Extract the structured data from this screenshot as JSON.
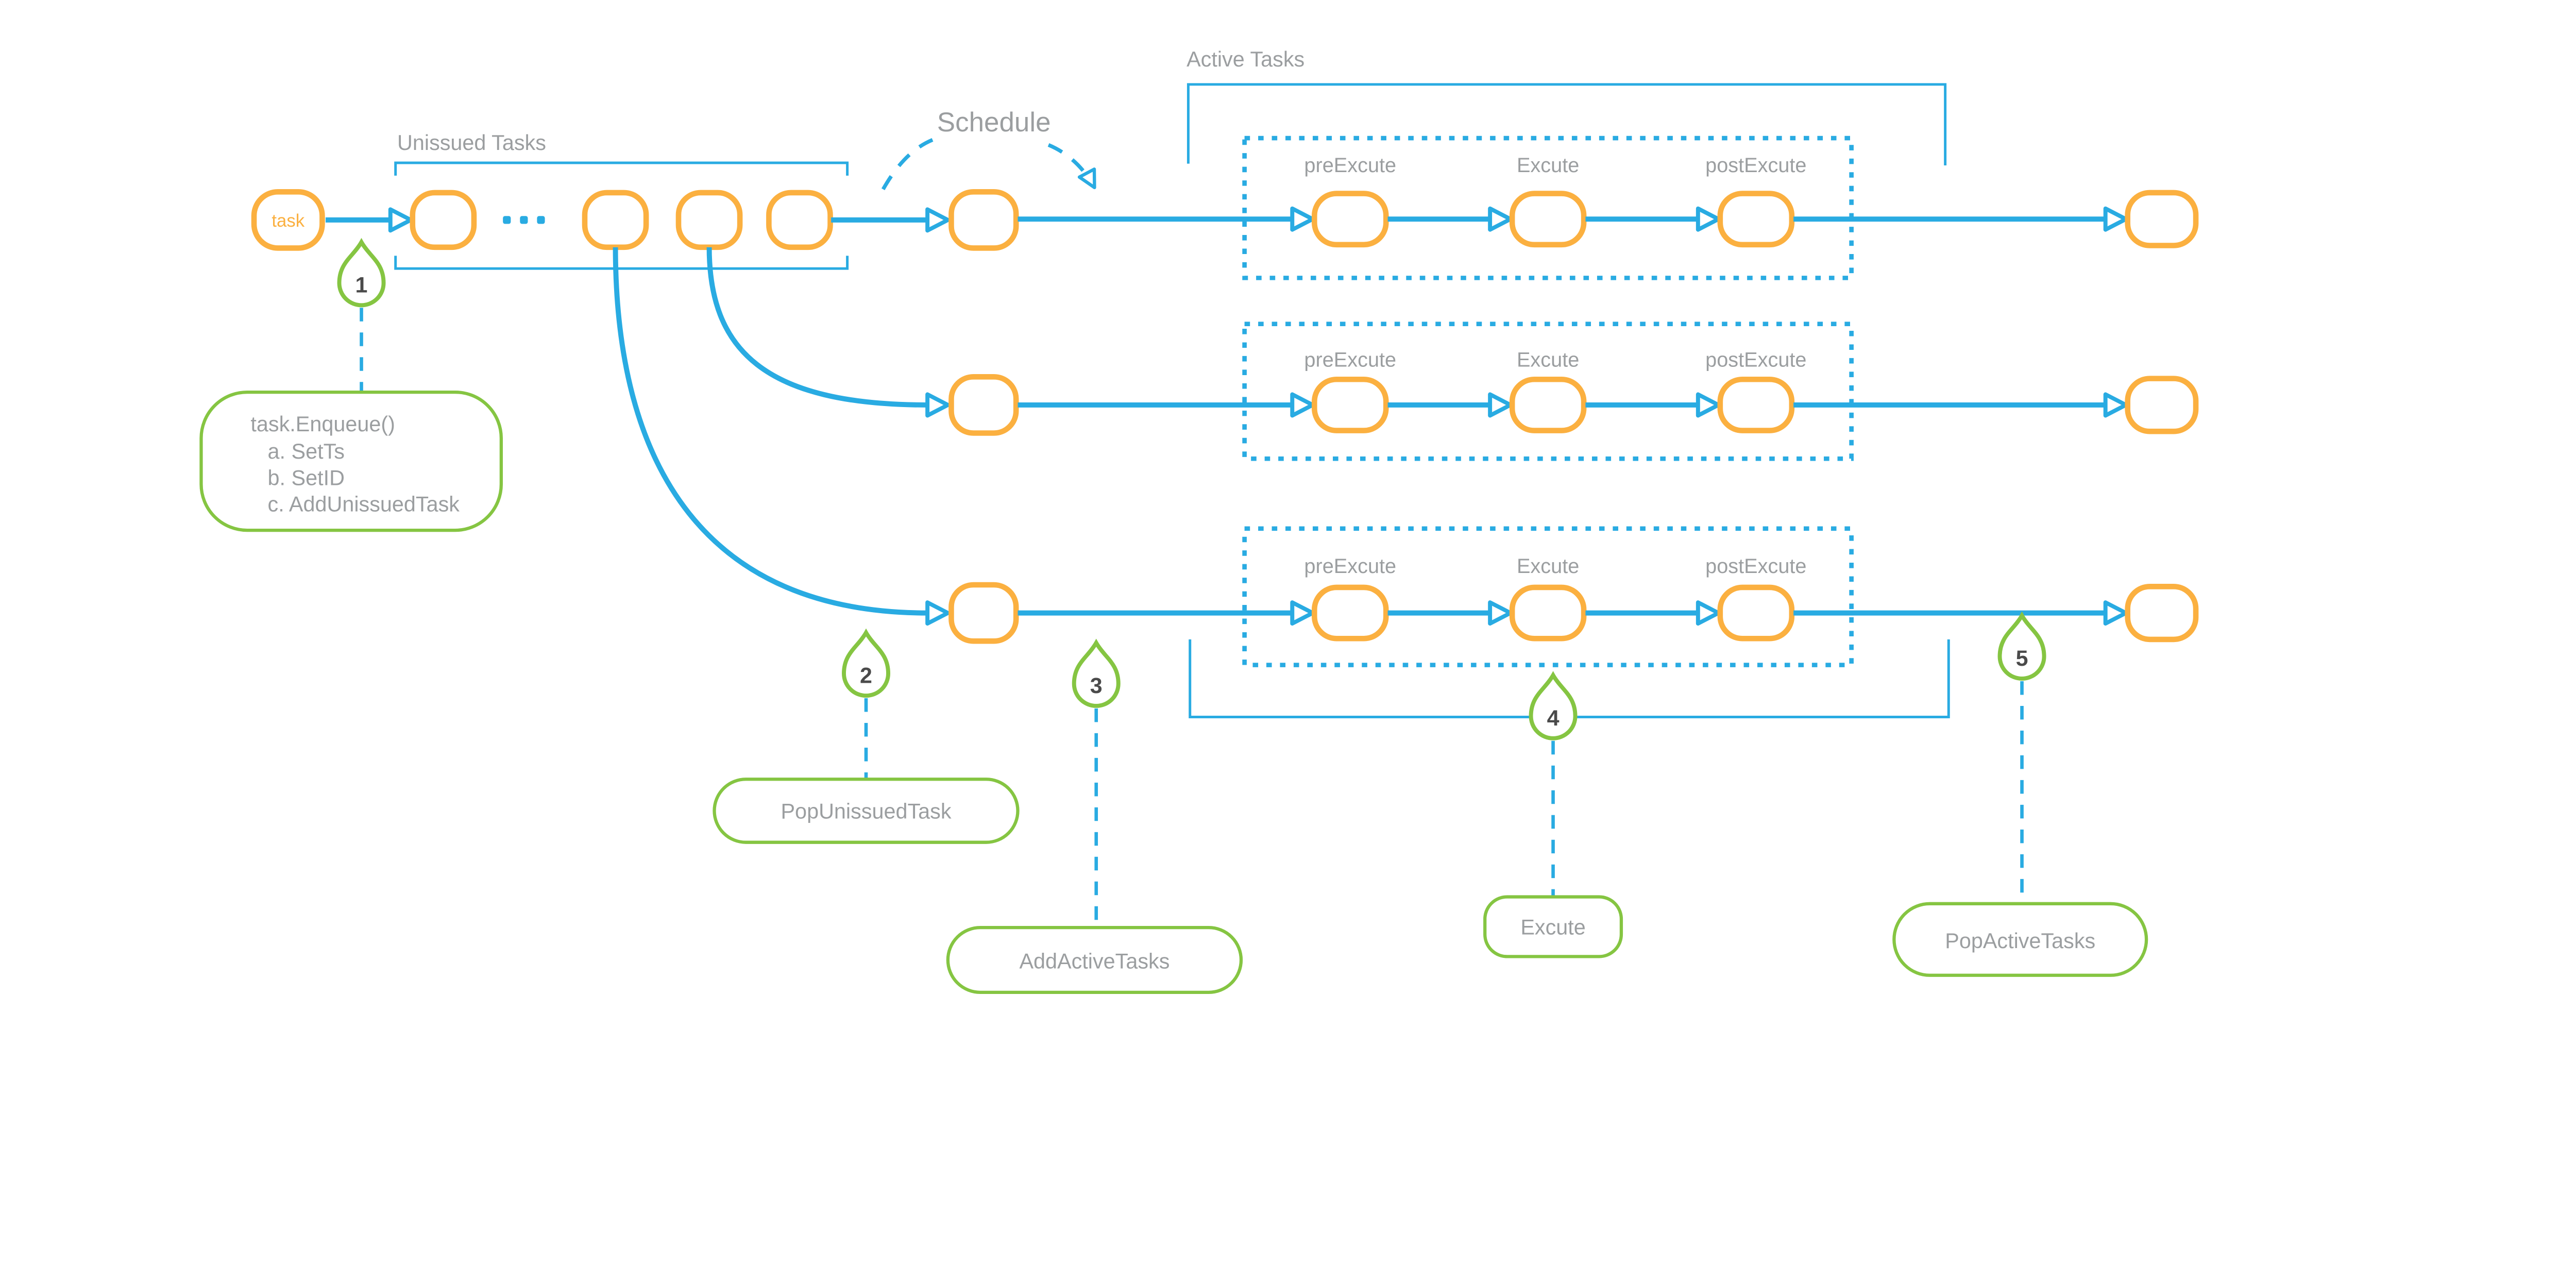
{
  "colors": {
    "blue": "#29ABE2",
    "orange": "#FBB040",
    "green": "#85C542",
    "label_gray": "#9B9EA0",
    "number_dark": "#4A4A4A"
  },
  "labels": {
    "unissued_tasks": "Unissued Tasks",
    "schedule": "Schedule",
    "active_tasks": "Active Tasks",
    "task_node": "task",
    "ellipsis": "...",
    "pre_excute": "preExcute",
    "excute": "Excute",
    "post_excute": "postExcute"
  },
  "markers": [
    {
      "number": "1",
      "note_title": "task.Enqueue()",
      "note_items": [
        "a. SetTs",
        "b. SetID",
        "c. AddUnissuedTask"
      ]
    },
    {
      "number": "2",
      "note": "PopUnissuedTask"
    },
    {
      "number": "3",
      "note": "AddActiveTasks"
    },
    {
      "number": "4",
      "note": "Excute"
    },
    {
      "number": "5",
      "note": "PopActiveTasks"
    }
  ]
}
